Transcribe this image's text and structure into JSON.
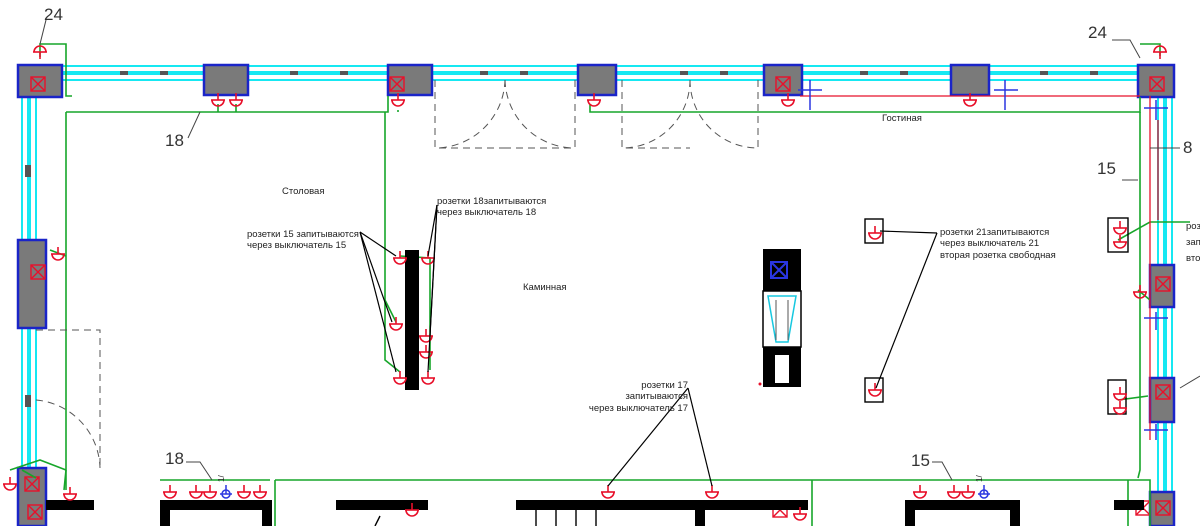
{
  "rooms": {
    "dining": "Столовая",
    "fireplace": "Каминная",
    "living": "Гостиная"
  },
  "notes": {
    "n15": [
      "розетки 15 запитываются",
      "через выключатель 15"
    ],
    "n18": [
      "розетки 18запитываются",
      "через выключатель 18"
    ],
    "n21": [
      "розетки 21запитываются",
      "через выключатель 21",
      "вторая розетка свободная"
    ],
    "n17": [
      "розетки 17",
      "запитываются",
      "через выключатель 17"
    ],
    "right_cut": [
      "роз",
      "запи",
      "вто"
    ]
  },
  "labels": {
    "l24a": "24",
    "l24b": "24",
    "l18top": "18",
    "l15right": "15",
    "l8": "8",
    "l18bottom": "18",
    "l15bottom": "15",
    "switch_a": "1/",
    "switch_b": "1/"
  },
  "colors": {
    "wire": "#17a62a",
    "window": "#16e8f2",
    "column": "#1a24c8",
    "outlet": "#e8102a",
    "wall": "#000000"
  }
}
